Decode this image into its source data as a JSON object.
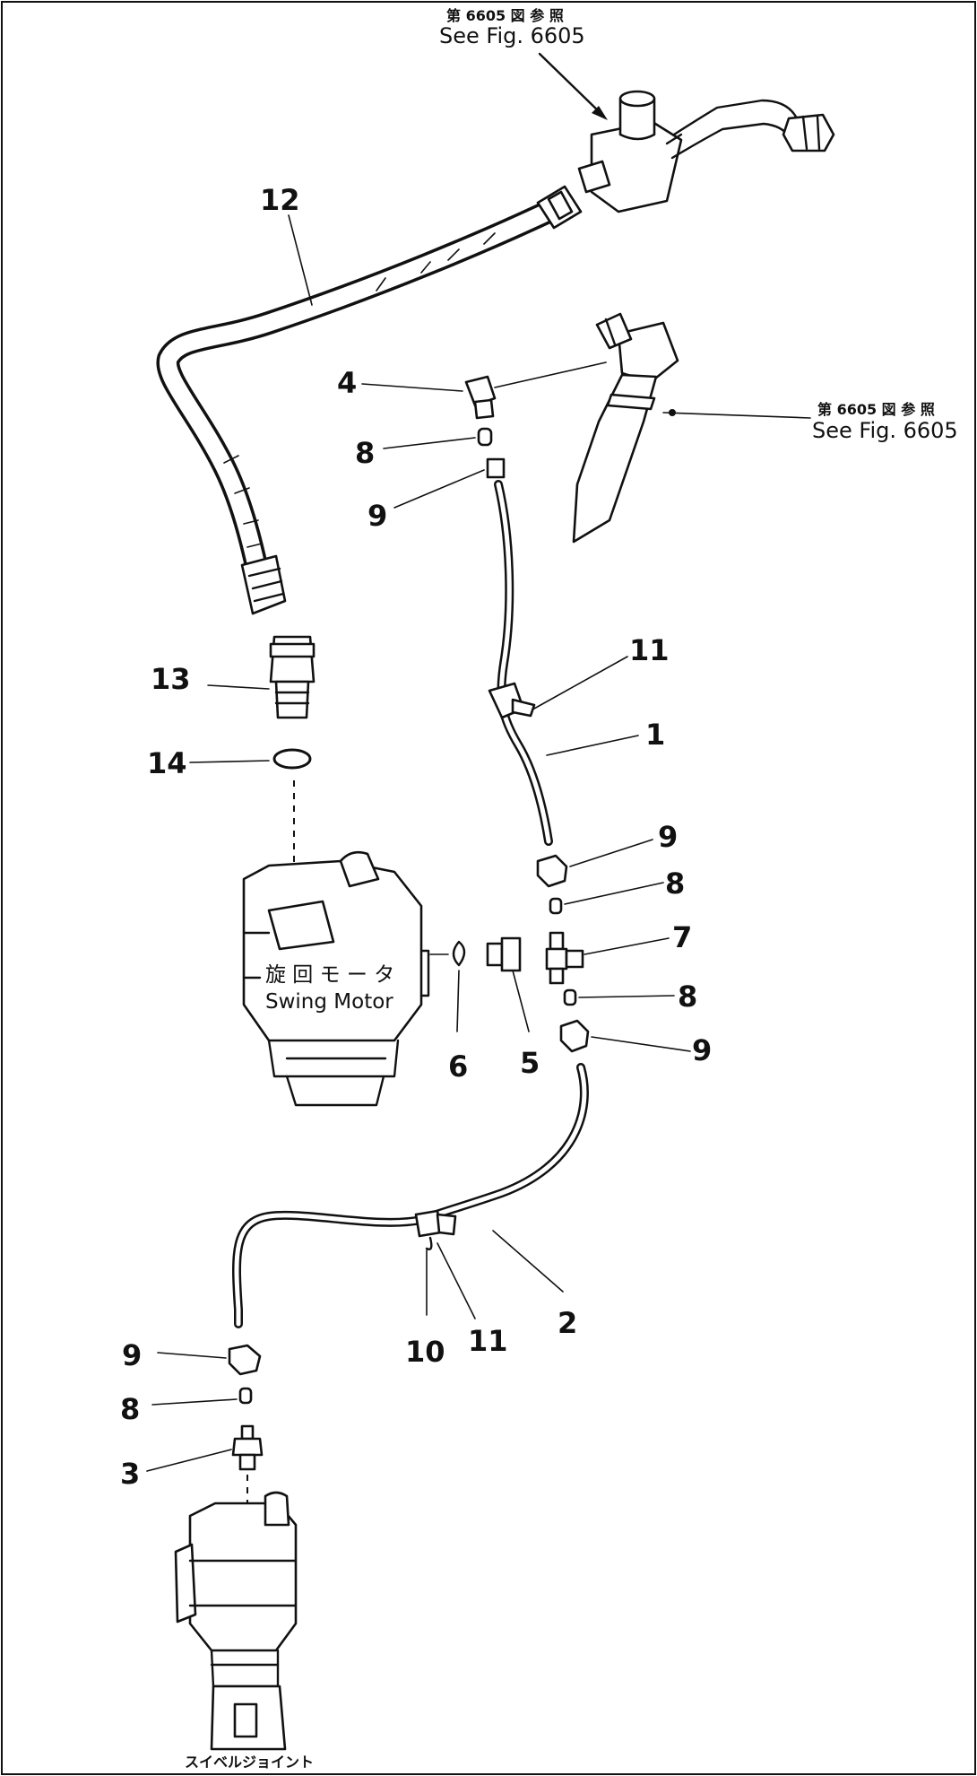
{
  "references": {
    "top": {
      "jp": "第 6605 図 参 照",
      "en": "See Fig. 6605"
    },
    "right": {
      "jp": "第 6605 図 参 照",
      "en": "See Fig. 6605"
    }
  },
  "captions": {
    "swing_motor_jp": "旋 回 モ ー タ",
    "swing_motor_en": "Swing  Motor",
    "swivel_joint_jp": "スイベルジョイント"
  },
  "callouts": [
    {
      "id": "c12",
      "text": "12"
    },
    {
      "id": "c4",
      "text": "4"
    },
    {
      "id": "c8a",
      "text": "8"
    },
    {
      "id": "c9a",
      "text": "9"
    },
    {
      "id": "c13",
      "text": "13"
    },
    {
      "id": "c14",
      "text": "14"
    },
    {
      "id": "c11a",
      "text": "11"
    },
    {
      "id": "c1",
      "text": "1"
    },
    {
      "id": "c9b",
      "text": "9"
    },
    {
      "id": "c8b",
      "text": "8"
    },
    {
      "id": "c7",
      "text": "7"
    },
    {
      "id": "c8c",
      "text": "8"
    },
    {
      "id": "c9c",
      "text": "9"
    },
    {
      "id": "c6",
      "text": "6"
    },
    {
      "id": "c5",
      "text": "5"
    },
    {
      "id": "c2",
      "text": "2"
    },
    {
      "id": "c10",
      "text": "10"
    },
    {
      "id": "c11b",
      "text": "11"
    },
    {
      "id": "c9d",
      "text": "9"
    },
    {
      "id": "c8d",
      "text": "8"
    },
    {
      "id": "c3",
      "text": "3"
    }
  ]
}
